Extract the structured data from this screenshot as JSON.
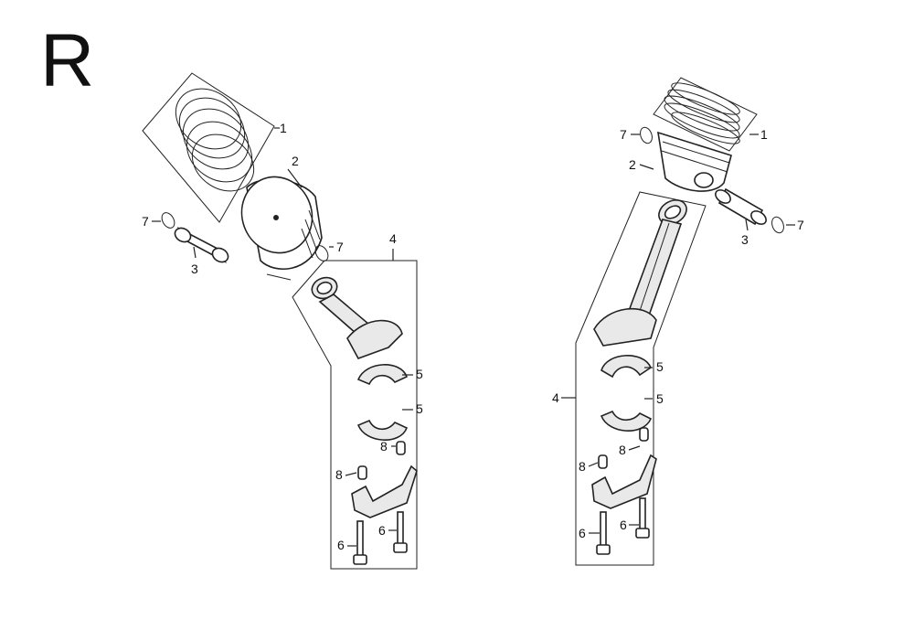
{
  "bank_letter": "R",
  "callouts": {
    "left": {
      "piston_rings": "1",
      "piston": "2",
      "piston_pin": "3",
      "connecting_rod": "4",
      "bearing_upper": "5",
      "bearing_lower": "5",
      "bolt_left": "6",
      "bolt_right": "6",
      "clip_left": "7",
      "clip_right": "7",
      "dowel_left": "8",
      "dowel_right": "8"
    },
    "right": {
      "piston_rings": "1",
      "piston": "2",
      "piston_pin": "3",
      "connecting_rod": "4",
      "bearing_upper": "5",
      "bearing_lower": "5",
      "bolt_left": "6",
      "bolt_right": "6",
      "clip_left": "7",
      "clip_right": "7",
      "dowel_left": "8",
      "dowel_right": "8"
    }
  }
}
